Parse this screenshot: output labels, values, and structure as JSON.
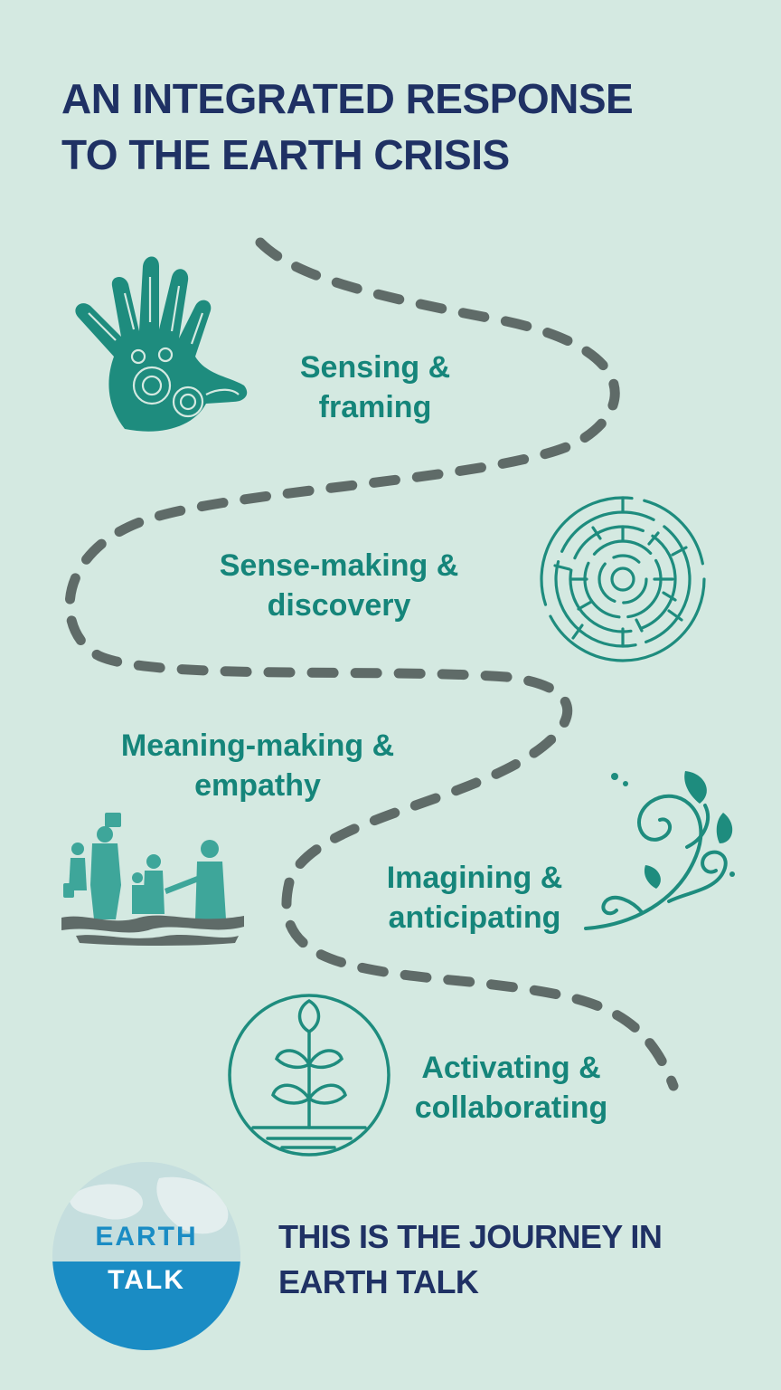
{
  "title": {
    "line1": "AN INTEGRATED RESPONSE",
    "line2": "TO THE EARTH CRISIS"
  },
  "steps": [
    {
      "line1": "Sensing &",
      "line2": "framing",
      "icon": "handprint-icon"
    },
    {
      "line1": "Sense-making &",
      "line2": "discovery",
      "icon": "maze-icon"
    },
    {
      "line1": "Meaning-making &",
      "line2": "empathy",
      "icon": "people-in-flood-icon"
    },
    {
      "line1": "Imagining &",
      "line2": "anticipating",
      "icon": "swirl-flourish-icon"
    },
    {
      "line1": "Activating &",
      "line2": "collaborating",
      "icon": "seedling-icon"
    }
  ],
  "logo": {
    "line1": "EARTH",
    "line2": "TALK"
  },
  "footer": {
    "line1": "THIS IS THE JOURNEY IN",
    "line2": "EARTH TALK"
  },
  "colors": {
    "background": "#d4e9e1",
    "title": "#1f3164",
    "step_text": "#15857a",
    "path": "#5f6b68",
    "icon": "#1e8c7e",
    "logo_blue": "#1a8cc4"
  }
}
